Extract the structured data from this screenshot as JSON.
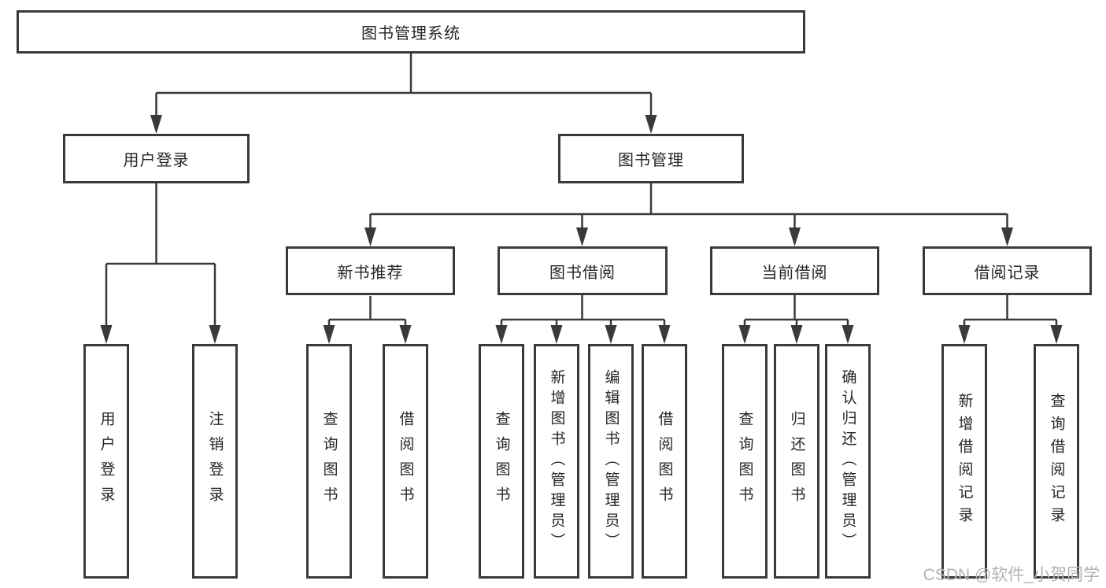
{
  "tree": {
    "label": "图书管理系统",
    "children": [
      {
        "label": "用户登录",
        "children": [
          {
            "label": "用户登录"
          },
          {
            "label": "注销登录"
          }
        ]
      },
      {
        "label": "图书管理",
        "children": [
          {
            "label": "新书推荐",
            "children": [
              {
                "label": "查询图书"
              },
              {
                "label": "借阅图书"
              }
            ]
          },
          {
            "label": "图书借阅",
            "children": [
              {
                "label": "查询图书"
              },
              {
                "label": "新增图书（管理员）"
              },
              {
                "label": "编辑图书（管理员）"
              },
              {
                "label": "借阅图书"
              }
            ]
          },
          {
            "label": "当前借阅",
            "children": [
              {
                "label": "查询图书"
              },
              {
                "label": "归还图书"
              },
              {
                "label": "确认归还（管理员）"
              }
            ]
          },
          {
            "label": "借阅记录",
            "children": [
              {
                "label": "新增借阅记录"
              },
              {
                "label": "查询借阅记录"
              }
            ]
          }
        ]
      }
    ]
  },
  "watermark": "CSDN @软件_小贺同学",
  "colors": {
    "line": "#3a3a3a",
    "box_border": "#3a3a3a",
    "box_fill": "#ffffff",
    "text": "#262626",
    "watermark": "#b3b3b3",
    "background": "#ffffff"
  }
}
